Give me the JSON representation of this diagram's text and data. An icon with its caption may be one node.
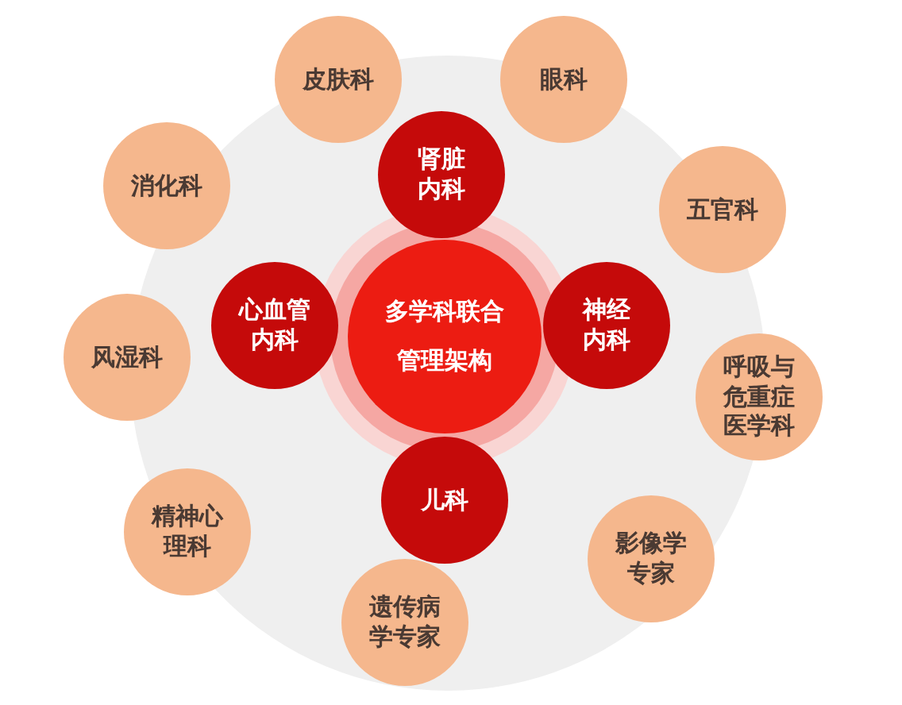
{
  "diagram": {
    "nodes": [
      {
        "text": [
          "皮肤科"
        ]
      },
      {
        "text": [
          "眼科"
        ]
      },
      {
        "text": [
          "肾脏内科"
        ]
      },
      {
        "text": [
          "消化科"
        ]
      },
      {
        "text": [
          "五官科"
        ]
      },
      {
        "text": [
          "多学科联合",
          "管理架构"
        ]
      },
      {
        "text": [
          "心血管内科"
        ]
      },
      {
        "text": [
          "神经内科"
        ]
      },
      {
        "text": [
          "呼吸与危重症医学科"
        ]
      },
      {
        "text": [
          "风湿科"
        ]
      },
      {
        "text": [
          "儿科"
        ]
      },
      {
        "text": [
          "精神心理科"
        ]
      },
      {
        "text": [
          "影像学专家"
        ]
      },
      {
        "text": [
          "遗传病学专家"
        ]
      }
    ]
  }
}
